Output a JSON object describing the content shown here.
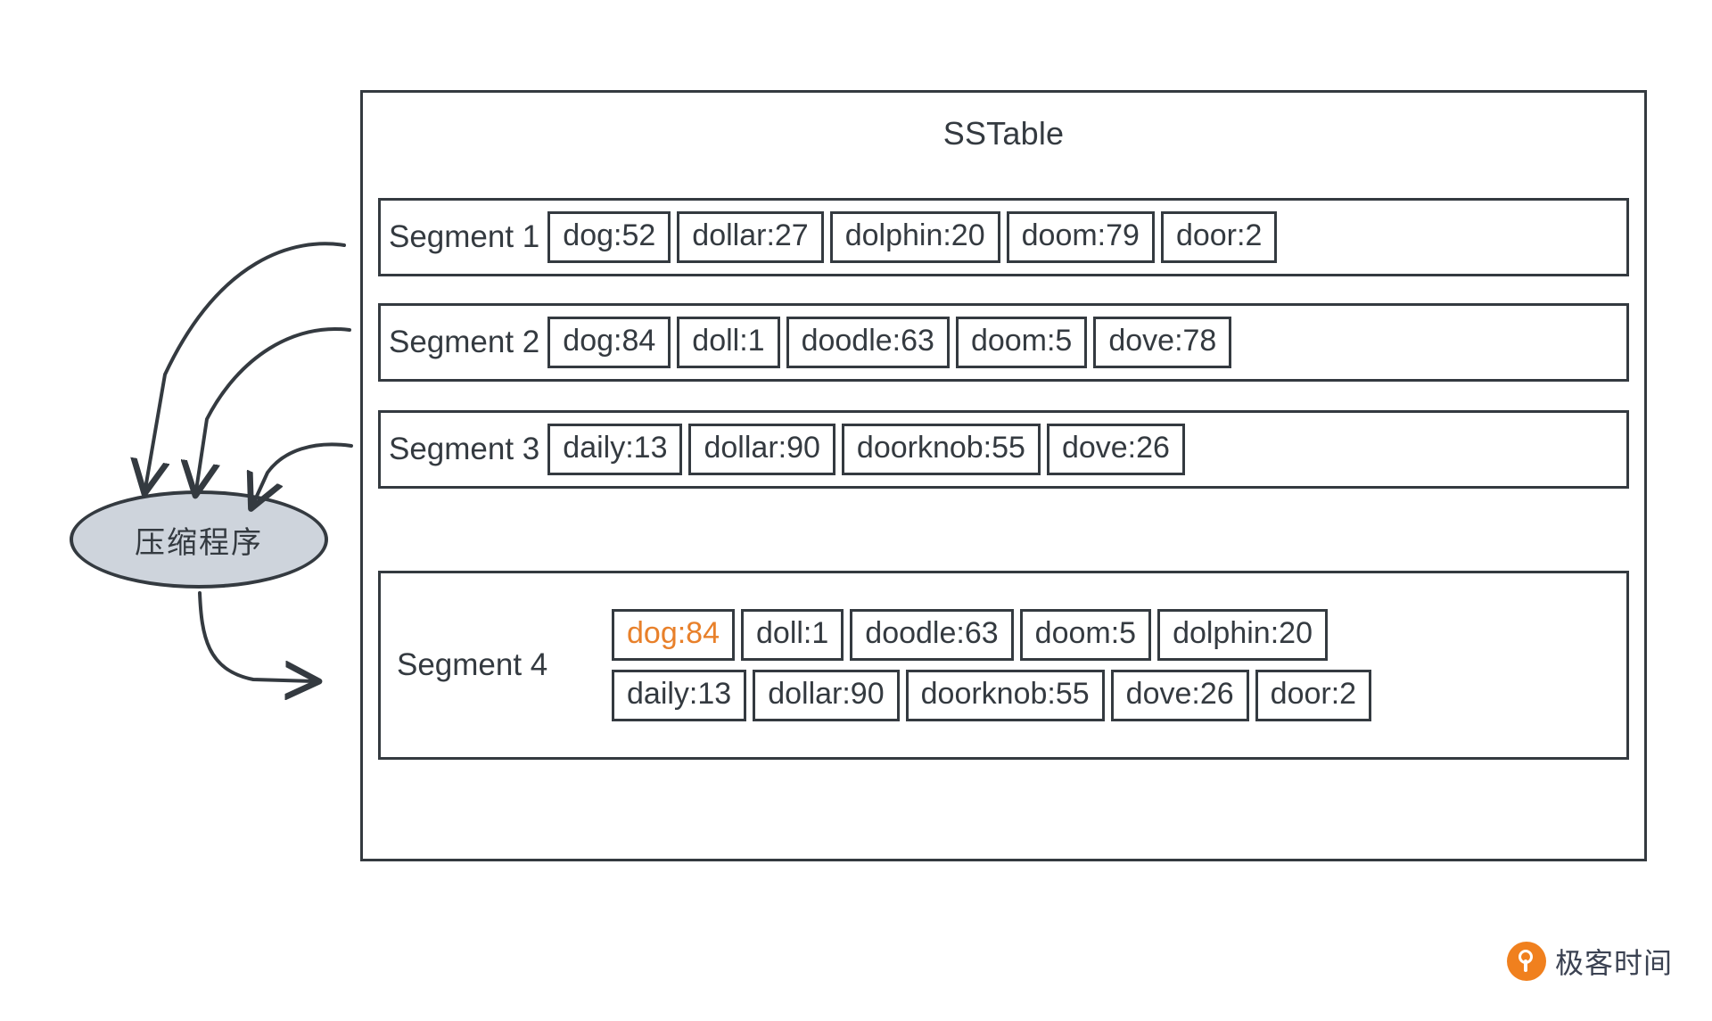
{
  "diagram": {
    "title": "SSTable",
    "compactor": {
      "label": "压缩程序",
      "fill_color": "#CED4DC",
      "stroke_color": "#343A40"
    },
    "highlight_color": "#E8802A",
    "stroke_color": "#343A40",
    "segments": [
      {
        "label": "Segment 1",
        "rows": [
          [
            {
              "text": "dog:52",
              "highlight": false
            },
            {
              "text": "dollar:27",
              "highlight": false
            },
            {
              "text": "dolphin:20",
              "highlight": false
            },
            {
              "text": "doom:79",
              "highlight": false
            },
            {
              "text": "door:2",
              "highlight": false
            }
          ]
        ]
      },
      {
        "label": "Segment 2",
        "rows": [
          [
            {
              "text": "dog:84",
              "highlight": false
            },
            {
              "text": "doll:1",
              "highlight": false
            },
            {
              "text": "doodle:63",
              "highlight": false
            },
            {
              "text": "doom:5",
              "highlight": false
            },
            {
              "text": "dove:78",
              "highlight": false
            }
          ]
        ]
      },
      {
        "label": "Segment 3",
        "rows": [
          [
            {
              "text": "daily:13",
              "highlight": false
            },
            {
              "text": "dollar:90",
              "highlight": false
            },
            {
              "text": "doorknob:55",
              "highlight": false
            },
            {
              "text": "dove:26",
              "highlight": false
            }
          ]
        ]
      },
      {
        "label": "Segment 4",
        "rows": [
          [
            {
              "text": "dog:84",
              "highlight": true
            },
            {
              "text": "doll:1",
              "highlight": false
            },
            {
              "text": "doodle:63",
              "highlight": false
            },
            {
              "text": "doom:5",
              "highlight": false
            },
            {
              "text": "dolphin:20",
              "highlight": false
            }
          ],
          [
            {
              "text": "daily:13",
              "highlight": false
            },
            {
              "text": "dollar:90",
              "highlight": false
            },
            {
              "text": "doorknob:55",
              "highlight": false
            },
            {
              "text": "dove:26",
              "highlight": false
            },
            {
              "text": "door:2",
              "highlight": false
            }
          ]
        ]
      }
    ]
  },
  "watermark": {
    "text": "极客时间",
    "logo_color": "#F0801E"
  }
}
